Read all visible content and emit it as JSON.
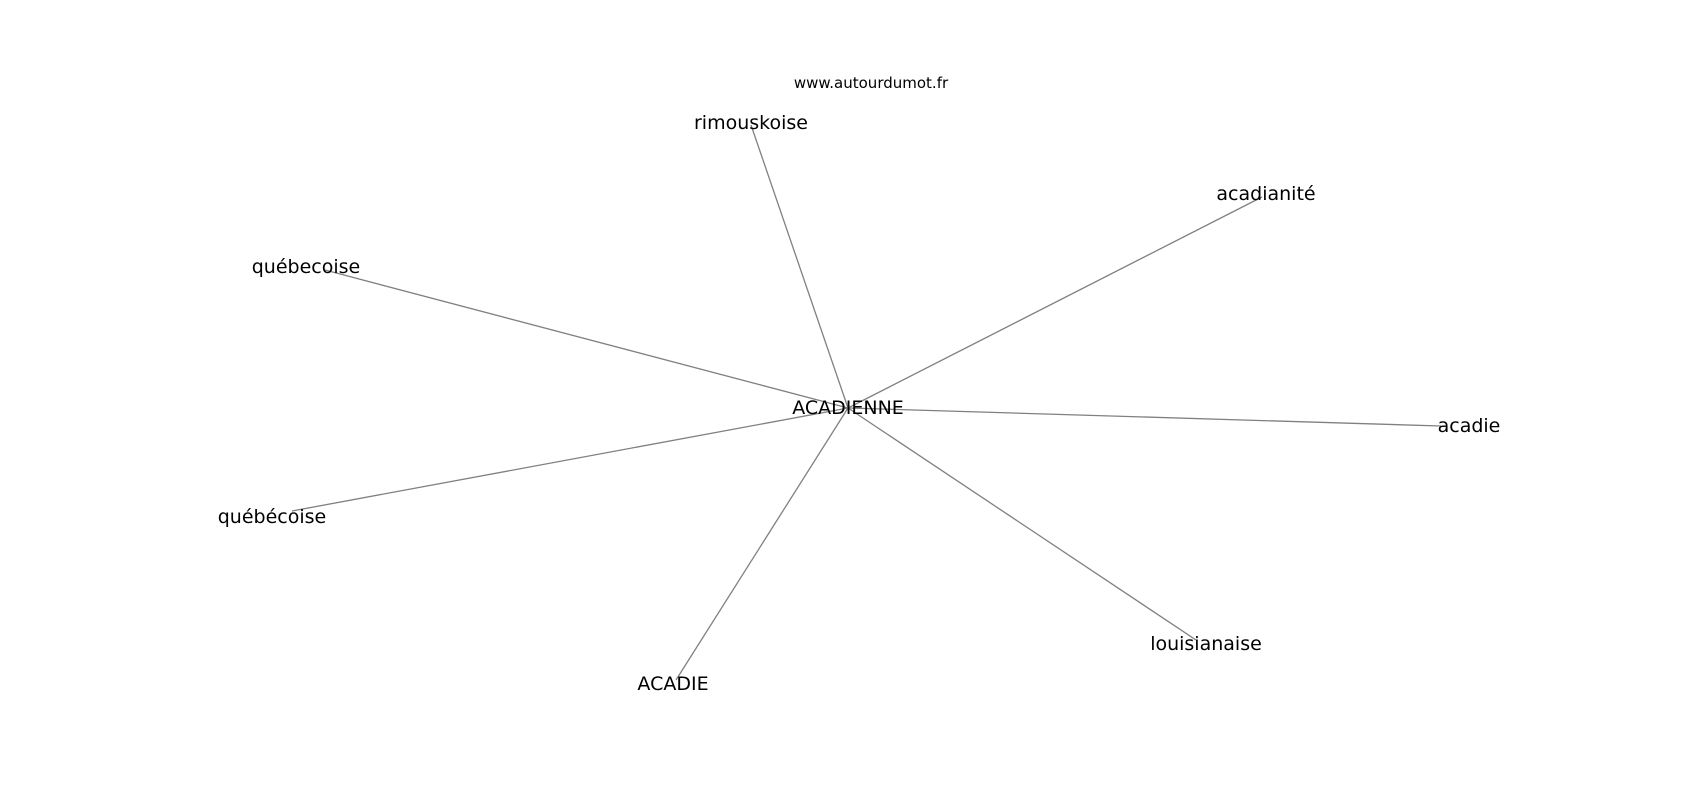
{
  "watermark": "www.autourdumot.fr",
  "graph": {
    "center": "ACADIENNE",
    "nodes": [
      "rimouskoise",
      "acadianité",
      "québecoise",
      "acadie",
      "québécoise",
      "louisianaise",
      "ACADIE"
    ]
  },
  "colors": {
    "edge": "#808080",
    "text": "#000000",
    "background": "#ffffff"
  }
}
